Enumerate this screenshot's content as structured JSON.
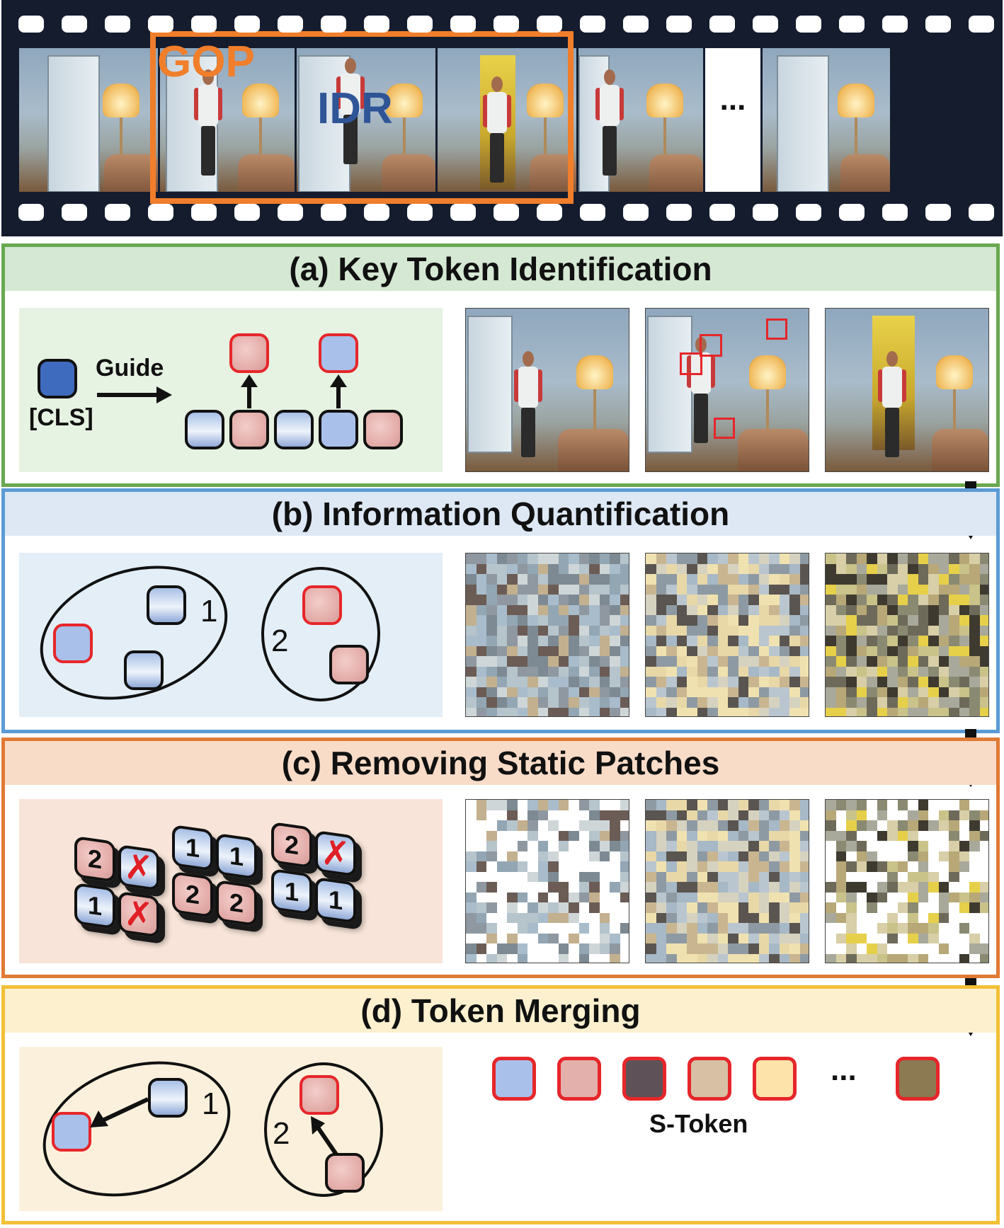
{
  "film": {
    "gop_label": "GOP",
    "idr_label": "IDR",
    "ellipsis": "...",
    "gop_color": "#f07e2b",
    "idr_color": "#2f5597"
  },
  "sections": {
    "a": {
      "title": "(a) Key Token Identification",
      "cls_label": "[CLS]",
      "guide_label": "Guide",
      "border_color": "#6aa84f",
      "title_bg": "#d5e8d4",
      "panel_bg": "#e6f2e2"
    },
    "b": {
      "title": "(b) Information Quantification",
      "cluster1": "1",
      "cluster2": "2",
      "border_color": "#5b9bd5",
      "title_bg": "#dee8f5",
      "panel_bg": "#e3eef7"
    },
    "c": {
      "title": "(c) Removing Static Patches",
      "border_color": "#e07a35",
      "title_bg": "#f9dcc8",
      "panel_bg": "#f8e4d8",
      "cubes": [
        {
          "label": "2",
          "kind": "pink"
        },
        {
          "label": "✗",
          "kind": "blue"
        },
        {
          "label": "1",
          "kind": "blue"
        },
        {
          "label": "✗",
          "kind": "pink"
        },
        {
          "label": "1",
          "kind": "blue"
        },
        {
          "label": "1",
          "kind": "blue"
        },
        {
          "label": "2",
          "kind": "pink"
        },
        {
          "label": "2",
          "kind": "pink"
        },
        {
          "label": "2",
          "kind": "pink"
        },
        {
          "label": "✗",
          "kind": "blue"
        },
        {
          "label": "1",
          "kind": "blue"
        },
        {
          "label": "1",
          "kind": "blue"
        }
      ]
    },
    "d": {
      "title": "(d) Token Merging",
      "cluster1": "1",
      "cluster2": "2",
      "s_token_label": "S-Token",
      "ellipsis": "...",
      "border_color": "#f2c037",
      "title_bg": "#fcf0cf",
      "panel_bg": "#fbf0dc",
      "s_token_colors": [
        "#a9c0ea",
        "#e4b0ac",
        "#5e5258",
        "#d7c0a3",
        "#fde2a9",
        "#8b7a52"
      ]
    }
  }
}
